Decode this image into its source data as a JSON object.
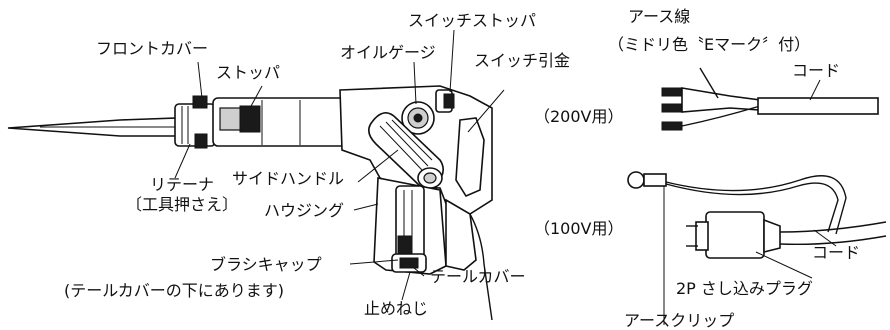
{
  "labels": {
    "front_cover": "フロントカバー",
    "stopper": "ストッパ",
    "oil_gauge": "オイルゲージ",
    "switch_stopper": "スイッチストッパ",
    "switch_trigger": "スイッチ引金",
    "retainer": "リテーナ",
    "retainer_note": "〔工具押さえ〕",
    "side_handle": "サイドハンドル",
    "housing": "ハウジング",
    "brush_cap": "ブラシキャップ",
    "brush_cap_note": "(テールカバーの下にあります)",
    "tail_cover": "テールカバー",
    "stop_screw": "止めねじ",
    "earth_wire": "アース線",
    "earth_wire_note": "（ミドリ色〝Eマーク〞付）",
    "cord_200": "コード",
    "v200": "（200V用）",
    "v100": "（100V用）",
    "cord_100": "コード",
    "plug_2p": "2P さし込みプラグ",
    "earth_clip": "アースクリップ"
  }
}
